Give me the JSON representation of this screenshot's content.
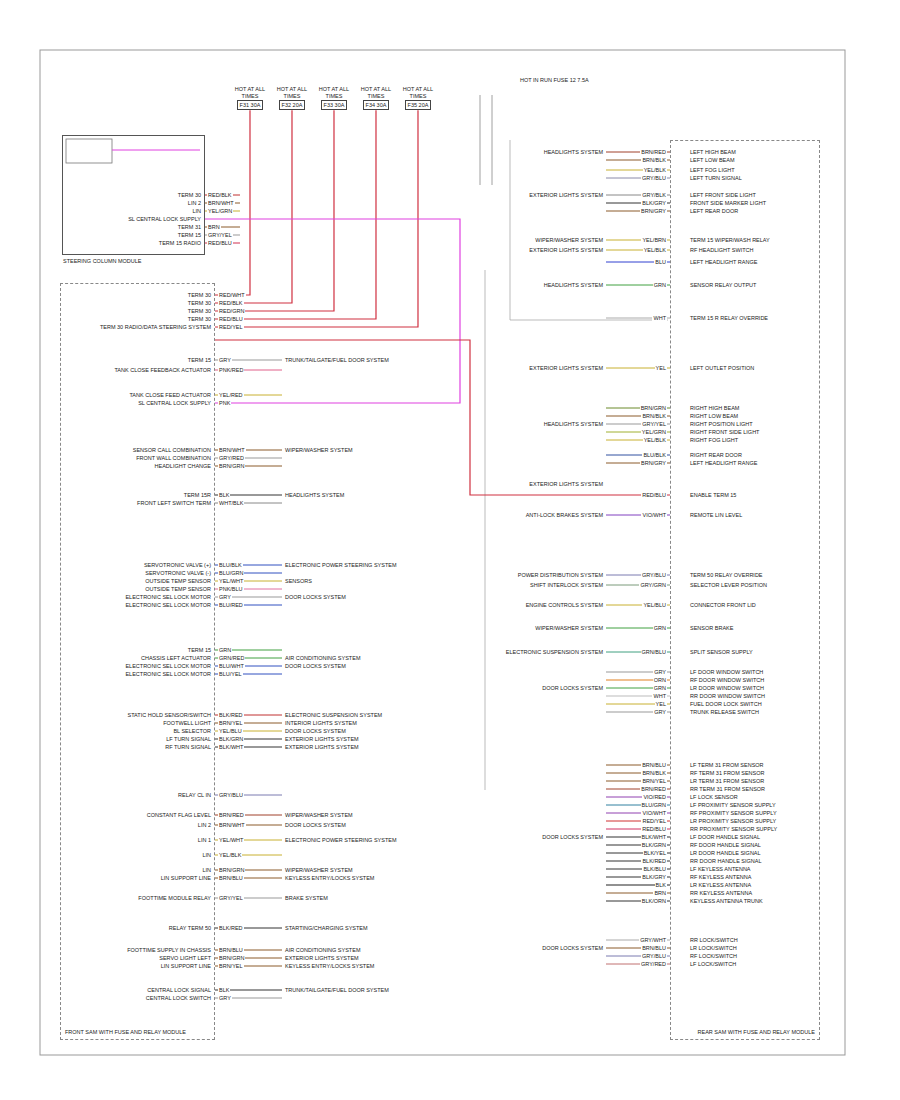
{
  "diagram": {
    "nodes": [
      {
        "text": [
          "HOT AT ALL TIMES",
          "F31 30A"
        ]
      },
      {
        "text": [
          "HOT AT ALL TIMES",
          "F32 20A"
        ]
      },
      {
        "text": [
          "HOT AT ALL TIMES",
          "F33 30A"
        ]
      },
      {
        "text": [
          "HOT AT ALL TIMES",
          "F34 30A"
        ]
      },
      {
        "text": [
          "HOT AT ALL TIMES",
          "F35 20A"
        ]
      },
      {
        "text": [
          "STEERING COLUMN MODULE"
        ]
      },
      {
        "text": [
          "FRONT SAM WITH FUSE AND RELAY MODULE"
        ]
      },
      {
        "text": [
          "REAR SAM WITH FUSE AND RELAY MODULE"
        ]
      }
    ],
    "edges": [
      {
        "from": 0,
        "to": 6,
        "arrow": "none",
        "label": "RED/WHT"
      },
      {
        "from": 1,
        "to": 6,
        "arrow": "none",
        "label": "RED/BLK"
      },
      {
        "from": 2,
        "to": 6,
        "arrow": "none",
        "label": "RED/GRN"
      },
      {
        "from": 3,
        "to": 6,
        "arrow": "none",
        "label": "RED/BLU"
      },
      {
        "from": 4,
        "to": 6,
        "arrow": "none",
        "label": "RED/YEL"
      },
      {
        "from": 5,
        "to": 6,
        "arrow": "none",
        "label": "PNK"
      },
      {
        "from": 6,
        "to": 7,
        "arrow": "none",
        "label": "RED/BLU"
      }
    ],
    "labels": [
      "TERM 30",
      "RED/BLK",
      "LIN 2",
      "BRN/WHT",
      "LIN",
      "YEL/GRN",
      "SL CENTRAL LOCK SUPPLY",
      "TERM 31",
      "BRN",
      "TERM 15",
      "GRY/YEL",
      "TERM 15 RADIO",
      "RED/BLU",
      "TERM 30",
      "TERM 30",
      "TERM 30",
      "TERM 30",
      "TERM 30 RADIO/DATA STEERING SYSTEM",
      "TERM 15",
      "GRY",
      "TRUNK/TAILGATE/FUEL DOOR SYSTEM",
      "TANK CLOSE FEEDBACK ACTUATOR",
      "PNK/RED",
      "TANK CLOSE FEED ACTUATOR",
      "YEL/RED",
      "SL CENTRAL LOCK SUPPLY",
      "SENSOR CALL COMBINATION",
      "BRN/WHT",
      "WIPER/WASHER SYSTEM",
      "FRONT WALL COMBINATION",
      "GRY/RED",
      "HEADLIGHT CHANGE",
      "BRN/GRN",
      "TERM 15R",
      "BLK",
      "HEADLIGHTS SYSTEM",
      "FRONT LEFT SWITCH TERM",
      "WHT/BLK",
      "SERVOTRONIC VALVE (+)",
      "BLU/BLK",
      "ELECTRONIC POWER STEERING SYSTEM",
      "SERVOTRONIC VALVE (-)",
      "BLU/GRN",
      "OUTSIDE TEMP SENSOR",
      "YEL/WHT",
      "SENSORS",
      "OUTSIDE TEMP SENSOR",
      "PNK/BLU",
      "ELECTRONIC SEL LOCK MOTOR",
      "GRY",
      "DOOR LOCKS SYSTEM",
      "ELECTRONIC SEL LOCK MOTOR",
      "BLU/RED",
      "TERM 15",
      "GRN",
      "CHASSIS LEFT ACTUATOR",
      "GRN/RED",
      "AIR CONDITIONING SYSTEM",
      "ELECTRONIC SEL LOCK MOTOR",
      "BLU/WHT",
      "DOOR LOCKS SYSTEM",
      "ELECTRONIC SEL LOCK MOTOR",
      "BLU/YEL",
      "STATIC HOLD SENSOR/SWITCH",
      "BLK/RED",
      "ELECTRONIC SUSPENSION SYSTEM",
      "FOOTWELL LIGHT",
      "BRN/YEL",
      "INTERIOR LIGHTS SYSTEM",
      "BL SELECTOR",
      "YEL/BLU",
      "DOOR LOCKS SYSTEM",
      "LF TURN SIGNAL",
      "BLK/GRN",
      "EXTERIOR LIGHTS SYSTEM",
      "RF TURN SIGNAL",
      "BLK/WHT",
      "EXTERIOR LIGHTS SYSTEM",
      "RELAY CL IN",
      "GRY/BLU",
      "CONSTANT FLAG LEVEL",
      "BRN/RED",
      "WIPER/WASHER SYSTEM",
      "LIN 2",
      "BRN/WHT",
      "DOOR LOCKS SYSTEM",
      "LIN 1",
      "YEL/WHT",
      "ELECTRONIC POWER STEERING SYSTEM",
      "LIN",
      "YEL/BLK",
      "LIN",
      "BRN/GRN",
      "WIPER/WASHER SYSTEM",
      "LIN SUPPORT LINE",
      "BRN/BLU",
      "KEYLESS ENTRY/LOCKS SYSTEM",
      "FOOTTIME MODULE RELAY",
      "GRY/YEL",
      "BRAKE SYSTEM",
      "RELAY TERM 50",
      "BLK/RED",
      "STARTING/CHARGING SYSTEM",
      "FOOTTIME SUPPLY IN CHASSIS",
      "BRN/BLU",
      "AIR CONDITIONING SYSTEM",
      "SERVO LIGHT LEFT",
      "BRN/GRN",
      "EXTERIOR LIGHTS SYSTEM",
      "LIN SUPPORT LINE",
      "BRN/YEL",
      "KEYLESS ENTRY/LOCKS SYSTEM",
      "CENTRAL LOCK SIGNAL",
      "BLK",
      "TRUNK/TAILGATE/FUEL DOOR SYSTEM",
      "CENTRAL LOCK SWITCH",
      "GRY",
      "BRN/RED",
      "LEFT HIGH BEAM",
      "HEADLIGHTS SYSTEM",
      "BRN/BLK",
      "LEFT LOW BEAM",
      "YEL/BLK",
      "LEFT FOG LIGHT",
      "GRY/BLU",
      "LEFT TURN SIGNAL",
      "GRY/BLK",
      "LEFT FRONT SIDE LIGHT",
      "EXTERIOR LIGHTS SYSTEM",
      "BLK/GRY",
      "FRONT SIDE MARKER LIGHT",
      "BRN/GRY",
      "LEFT REAR DOOR",
      "YEL/BRN",
      "TERM 15 WIPER/WASH RELAY",
      "WIPER/WASHER SYSTEM",
      "YEL/BLK",
      "RF HEADLIGHT SWITCH",
      "EXTERIOR LIGHTS SYSTEM",
      "BLU",
      "LEFT HEADLIGHT RANGE",
      "GRN",
      "SENSOR RELAY OUTPUT",
      "HEADLIGHTS SYSTEM",
      "WHT",
      "TERM 15 R RELAY OVERRIDE",
      "YEL",
      "LEFT OUTLET POSITION",
      "EXTERIOR LIGHTS SYSTEM",
      "BRN/GRN",
      "RIGHT HIGH BEAM",
      "BRN/BLK",
      "RIGHT LOW BEAM",
      "GRY/YEL",
      "RIGHT POSITION LIGHT",
      "HEADLIGHTS SYSTEM",
      "YEL/GRN",
      "RIGHT FRONT SIDE LIGHT",
      "YEL/BLK",
      "RIGHT FOG LIGHT",
      "BLU/BLK",
      "RIGHT REAR DOOR",
      "BRN/GRY",
      "LEFT HEADLIGHT RANGE",
      "ENABLE TERM 15",
      "EXTERIOR LIGHTS SYSTEM",
      "VIO/WHT",
      "REMOTE LIN LEVEL",
      "ANTI-LOCK BRAKES SYSTEM",
      "GRY/BLU",
      "TERM 50 RELAY OVERRIDE",
      "POWER DISTRIBUTION SYSTEM",
      "GRY/GRN",
      "SELECTOR LEVER POSITION",
      "SHIFT INTERLOCK SYSTEM",
      "YEL/BLU",
      "CONNECTOR FRONT LID",
      "ENGINE CONTROLS SYSTEM",
      "GRN",
      "SENSOR BRAKE",
      "WIPER/WASHER SYSTEM",
      "GRN/BLU",
      "SPLIT SENSOR SUPPLY",
      "ELECTRONIC SUSPENSION SYSTEM",
      "GRY",
      "LF DOOR WINDOW SWITCH",
      "ORN",
      "RF DOOR WINDOW SWITCH",
      "GRN",
      "LR DOOR WINDOW SWITCH",
      "DOOR LOCKS SYSTEM",
      "WHT",
      "RR DOOR WINDOW SWITCH",
      "YEL",
      "FUEL DOOR LOCK SWITCH",
      "GRY",
      "TRUNK RELEASE SWITCH",
      "BRN/BLU",
      "LF TERM 31 FROM SENSOR",
      "BRN/BLK",
      "RF TERM 31 FROM SENSOR",
      "BRN/YEL",
      "LR TERM 31 FROM SENSOR",
      "BRN/RED",
      "RR TERM 31 FROM SENSOR",
      "VIO/RED",
      "LF LOCK SENSOR",
      "BLU/GRN",
      "LF PROXIMITY SENSOR SUPPLY",
      "VIO/WHT",
      "RF PROXIMITY SENSOR SUPPLY",
      "RED/YEL",
      "LR PROXIMITY SENSOR SUPPLY",
      "RED/BLU",
      "RR PROXIMITY SENSOR SUPPLY",
      "BLK/WHT",
      "LF DOOR HANDLE SIGNAL",
      "DOOR LOCKS SYSTEM",
      "BLK/GRN",
      "RF DOOR HANDLE SIGNAL",
      "BLK/YEL",
      "LR DOOR HANDLE SIGNAL",
      "BLK/RED",
      "RR DOOR HANDLE SIGNAL",
      "BLK/BLU",
      "LF KEYLESS ANTENNA",
      "BLK/GRY",
      "RF KEYLESS ANTENNA",
      "BLK",
      "LR KEYLESS ANTENNA",
      "BRN",
      "RR KEYLESS ANTENNA",
      "BLK/ORN",
      "KEYLESS ANTENNA TRUNK",
      "GRY/WHT",
      "RR LOCK/SWITCH",
      "BRN/BLU",
      "LR LOCK/SWITCH",
      "DOOR LOCKS SYSTEM",
      "GRY/BLU",
      "RF LOCK/SWITCH",
      "GRY/RED",
      "LF LOCK/SWITCH",
      "HOT IN RUN FUSE 12 7.5A"
    ]
  }
}
